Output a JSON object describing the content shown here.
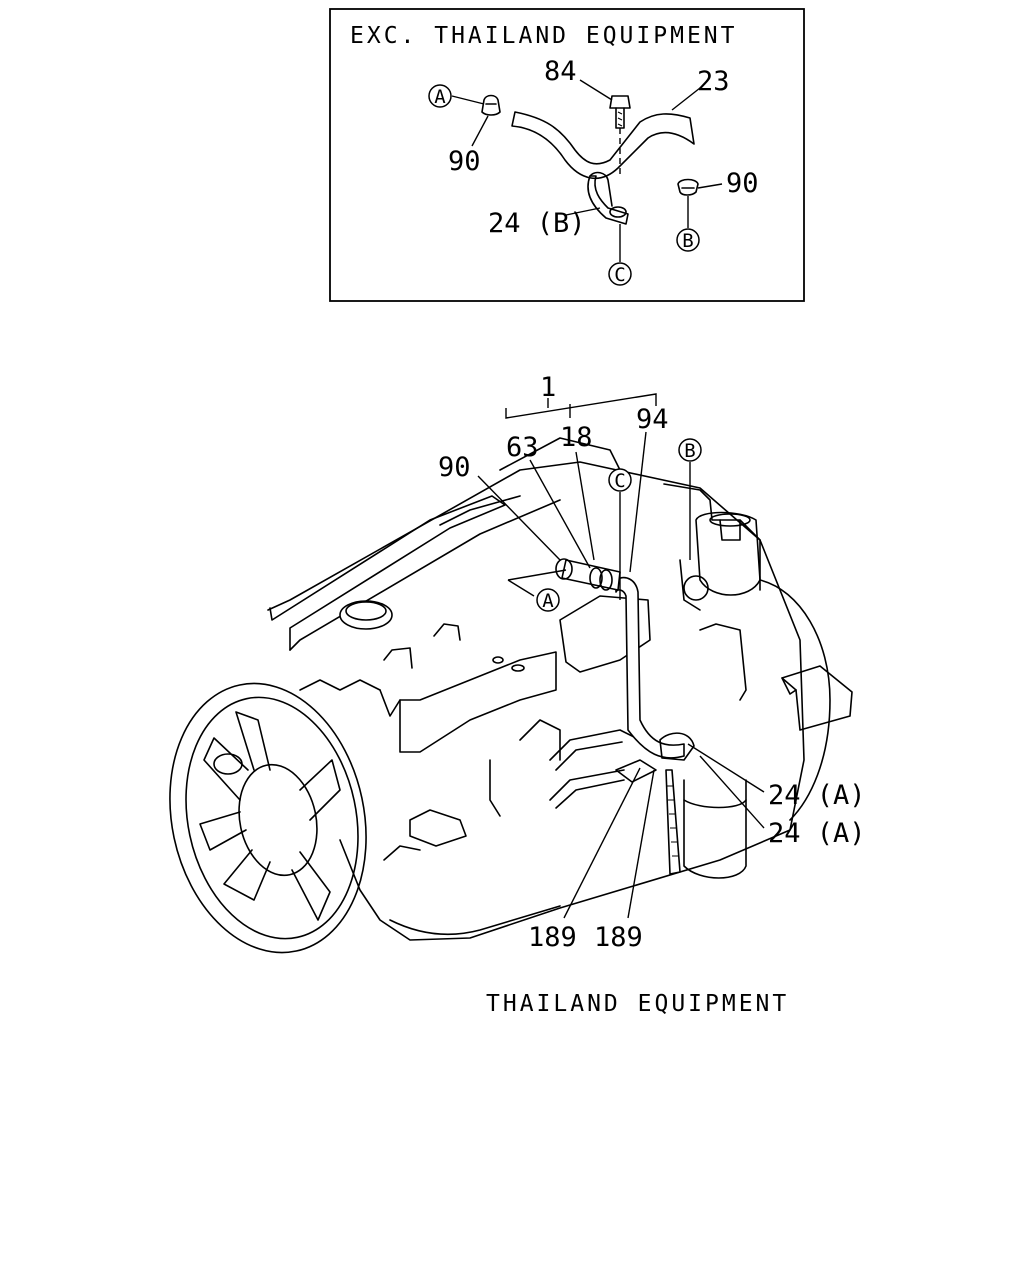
{
  "inset": {
    "title": "EXC. THAILAND EQUIPMENT",
    "callouts": {
      "c84": "84",
      "c23": "23",
      "c90_left": "90",
      "c90_right": "90",
      "c24b": "24 (B)"
    },
    "markers": {
      "a": "A",
      "b": "B",
      "c": "C"
    }
  },
  "main": {
    "caption": "THAILAND EQUIPMENT",
    "callouts": {
      "c1": "1",
      "c63": "63",
      "c18": "18",
      "c94": "94",
      "c90": "90",
      "c24a_1": "24 (A)",
      "c24a_2": "24 (A)",
      "c189_1": "189",
      "c189_2": "189"
    },
    "markers": {
      "a": "A",
      "b": "B",
      "c": "C"
    }
  }
}
